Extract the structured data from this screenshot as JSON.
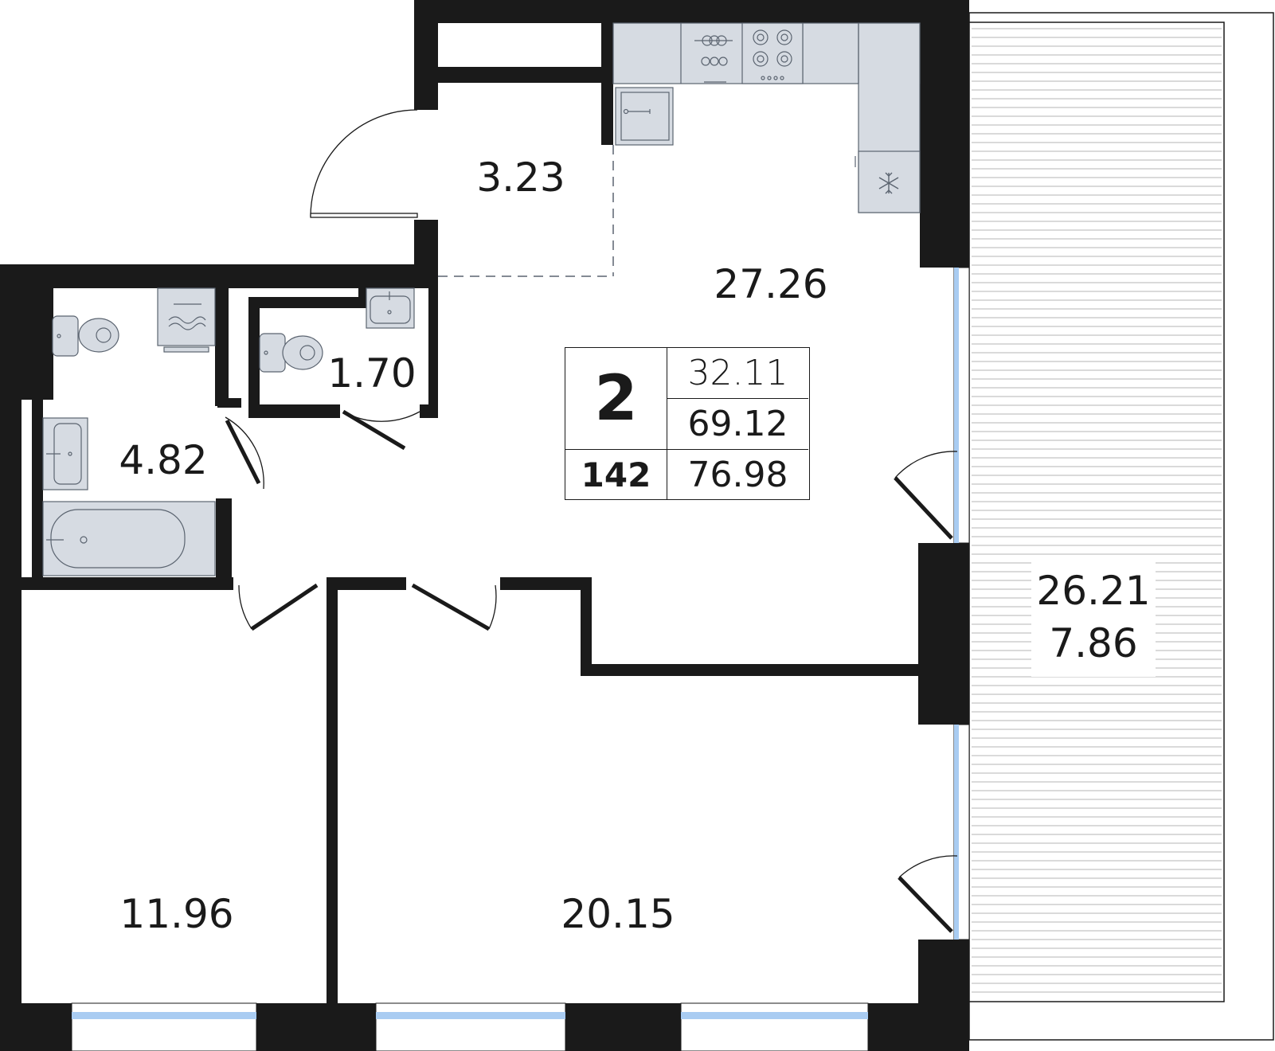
{
  "rooms": {
    "hall": "3.23",
    "kitchen_living": "27.26",
    "wc": "1.70",
    "bathroom": "4.82",
    "bedroom_small": "11.96",
    "bedroom_large": "20.15",
    "terrace_area": "26.21",
    "terrace_reduced": "7.86"
  },
  "summary": {
    "rooms_count": "2",
    "living_area": "32.11",
    "area": "69.12",
    "apartment_number": "142",
    "total_area": "76.98"
  },
  "colors": {
    "wall": "#1a1a1a",
    "fixture_fill": "#d6dbe2",
    "fixture_stroke": "#5b6470",
    "window": "#a9ccf2",
    "terrace_hatch": "#b4b4b4"
  },
  "icons": [
    "toilet-icon",
    "sink-icon",
    "bathtub-icon",
    "washing-machine-icon",
    "stove-icon",
    "refrigerator-icon",
    "door-icon",
    "window-icon"
  ]
}
